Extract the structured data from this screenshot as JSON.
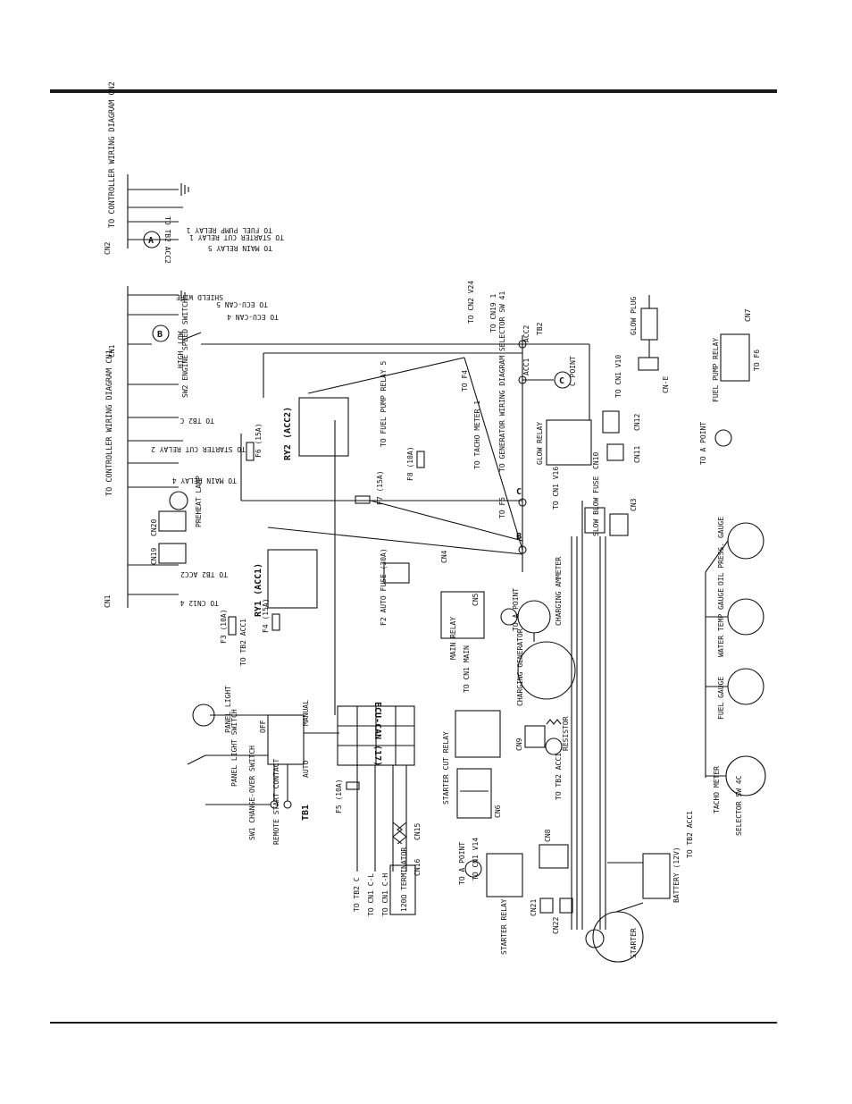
{
  "labels": {
    "cn2": "CN2",
    "to_controller_cn2": "TO CONTROLLER WIRING DIAGRAM CN2",
    "to_tb2_acc2_top": "TO TB2 ACC2",
    "to_fuel_pump_relay_1": "TO FUEL PUMP RELAY 1",
    "to_starter_cut_relay_1": "TO STARTER CUT RELAY 1",
    "to_main_relay_5": "TO MAIN RELAY 5",
    "to_ecu_can_5": "TO ECU-CAN 5",
    "to_ecu_can_4": "TO ECU-CAN 4",
    "shield_wire": "SHIELD WIRE",
    "cn1_top": "CN1",
    "to_controller_cn1": "TO CONTROLLER WIRING DIAGRAM CN1",
    "sw2_engine_speed": "SW2 ENGINE SPEED SWITCH",
    "high": "HIGH",
    "low": "LOW",
    "to_tb2_c": "TO TB2 C",
    "to_starter_cut_relay_2": "TO STARTER CUT RELAY 2",
    "to_main_relay_4": "TO MAIN RELAY 4",
    "preheat_lamp": "PREHEAT LAMP",
    "cn20": "CN20",
    "cn19": "CN19",
    "to_tb2_acc2_mid": "TO TB2 ACC2",
    "to_cn12_4": "TO CN12 4",
    "cn1_bottom": "CN1",
    "ry2_acc2": "RY2 (ACC2)",
    "ry1_acc1": "RY1 (ACC1)",
    "f6_15a": "F6 (15A)",
    "f7_15a": "F7 (15A)",
    "f8_10a": "F8 (10A)",
    "f3_10a": "F3 (10A)",
    "f4_15a": "F4 (15A)",
    "to_fuel_pump_relay_5": "TO FUEL PUMP RELAY 5",
    "to_tb2_acc1": "TO TB2 ACC1",
    "tb2": "TB2",
    "acc2": "ACC2",
    "acc1": "ACC1",
    "to_cn2_v24": "TO CN2 V24",
    "to_cn19_1": "TO CN19 1",
    "to_f4": "TO F4",
    "to_tacho_meter_1": "TO TACHO METER 1",
    "to_generator_selector": "TO GENERATOR WIRING DIAGRAM SELECTOR SW 41",
    "c_point_top": "C POINT",
    "to_cn1_v10": "TO CN1 V10",
    "glow_plug": "GLOW PLUG",
    "cn_e": "CN-E",
    "cn11": "CN11",
    "cn12": "CN12",
    "glow_relay": "GLOW RELAY",
    "cn10": "CN10",
    "to_f5": "TO F5",
    "to_cn1_v16": "TO CN1 V16",
    "slow_blow_fuse": "SLOW BLOW FUSE",
    "cn3": "CN3",
    "cn7": "CN7",
    "fuel_pump_relay": "FUEL PUMP RELAY",
    "to_f6": "TO F6",
    "to_a_point_right": "TO A POINT",
    "f2_auto_fuse": "F2 AUTO FUSE (30A)",
    "cn4": "CN4",
    "main_relay": "MAIN RELAY",
    "cn5": "CN5",
    "to_cn1_main": "TO CN1 MAIN",
    "to_a_point_mid": "TO A POINT",
    "charging_ammeter": "CHARGING AMMETER",
    "charging_generator": "CHARGING GENERATOR",
    "panel_light": "PANEL LIGHT",
    "panel_light_switch": "PANEL LIGHT SWITCH",
    "off": "OFF",
    "manual": "MANUAL",
    "auto": "AUTO",
    "sw1_changeover": "SW1 CHANGE-OVER SWITCH",
    "remote_start_contact": "REMOTE START CONTACT",
    "tb1": "TB1",
    "ecu_can": "ECU-CAN (17)",
    "f5_10a": "F5 (10A)",
    "cn15": "CN15",
    "cn16": "CN16",
    "to_tb2_c_bottom": "TO TB2 C",
    "to_cn1_c_l": "TO CN1 C-L",
    "to_cn1_c_h": "TO CN1 C-H",
    "terminator": "120Ω TERMINATOR",
    "starter_cut_relay": "STARTER CUT RELAY",
    "cn9": "CN9",
    "resistor": "RESISTOR",
    "to_tb2_acc1_mid": "TO TB2 ACC1",
    "cn6": "CN6",
    "cn8": "CN8",
    "to_a_point_bottom": "TO A POINT",
    "to_cn1_v14": "TO CN1 V14",
    "starter_relay": "STARTER RELAY",
    "cn21": "CN21",
    "cn22": "CN22",
    "starter": "STARTER",
    "battery": "BATTERY (12V)",
    "oil_press_gauge": "OIL PRESS. GAUGE",
    "water_temp_gauge": "WATER TEMP GAUGE",
    "fuel_gauge": "FUEL GAUGE",
    "tacho_meter": "TACHO METER",
    "selector": "SELECTOR SW 4C",
    "to_tb2_acc1_bottom": "TO TB2 ACC1",
    "point_a": "A",
    "point_b": "B",
    "point_c": "C",
    "node_b": "B",
    "node_c": "C"
  }
}
